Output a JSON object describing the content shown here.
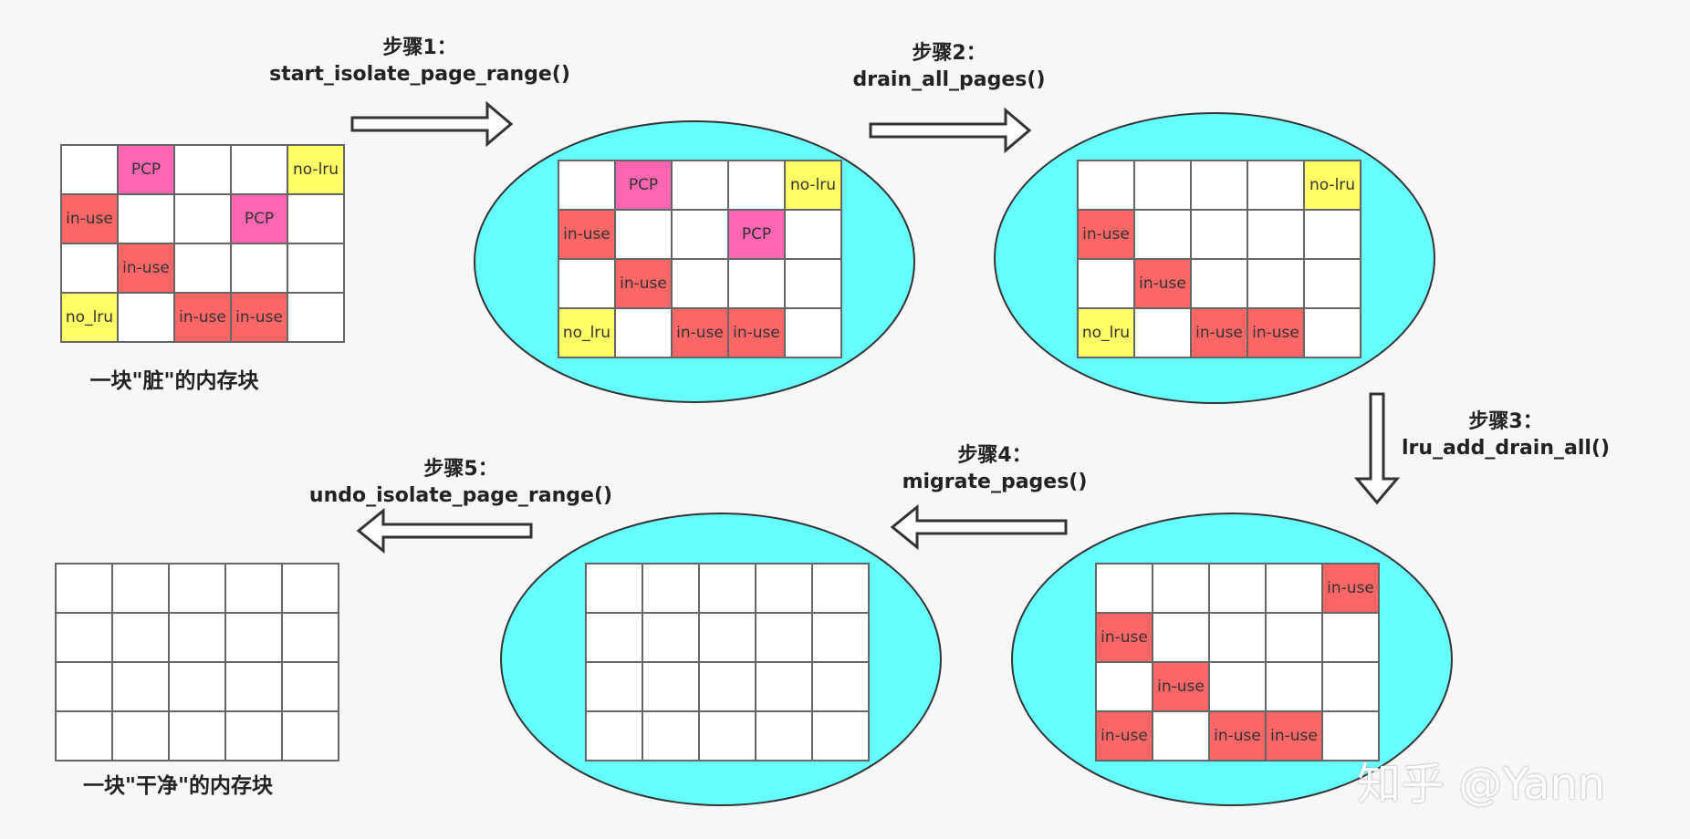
{
  "labels": {
    "PCP": "PCP",
    "in-use": "in-use",
    "no-lru": "no-lru",
    "no_lru": "no_lru"
  },
  "captions": {
    "dirty": "一块\"脏\"的内存块",
    "clean": "一块\"干净\"的内存块"
  },
  "steps": [
    {
      "title": "步骤1：",
      "func": "start_isolate_page_range()"
    },
    {
      "title": "步骤2：",
      "func": "drain_all_pages()"
    },
    {
      "title": "步骤3：",
      "func": "lru_add_drain_all()"
    },
    {
      "title": "步骤4：",
      "func": "migrate_pages()"
    },
    {
      "title": "步骤5：",
      "func": "undo_isolate_page_range()"
    }
  ],
  "grids": {
    "initial": [
      [
        "",
        "PCP",
        "",
        "",
        "no-lru"
      ],
      [
        "in-use",
        "",
        "",
        "PCP",
        ""
      ],
      [
        "",
        "in-use",
        "",
        "",
        ""
      ],
      [
        "no_lru",
        "",
        "in-use",
        "in-use",
        ""
      ]
    ],
    "after_step1": [
      [
        "",
        "PCP",
        "",
        "",
        "no-lru"
      ],
      [
        "in-use",
        "",
        "",
        "PCP",
        ""
      ],
      [
        "",
        "in-use",
        "",
        "",
        ""
      ],
      [
        "no_lru",
        "",
        "in-use",
        "in-use",
        ""
      ]
    ],
    "after_step2": [
      [
        "",
        "",
        "",
        "",
        "no-lru"
      ],
      [
        "in-use",
        "",
        "",
        "",
        ""
      ],
      [
        "",
        "in-use",
        "",
        "",
        ""
      ],
      [
        "no_lru",
        "",
        "in-use",
        "in-use",
        ""
      ]
    ],
    "after_step3": [
      [
        "",
        "",
        "",
        "",
        "in-use"
      ],
      [
        "in-use",
        "",
        "",
        "",
        ""
      ],
      [
        "",
        "in-use",
        "",
        "",
        ""
      ],
      [
        "in-use",
        "",
        "in-use",
        "in-use",
        ""
      ]
    ],
    "after_step4": [
      [
        "",
        "",
        "",
        "",
        ""
      ],
      [
        "",
        "",
        "",
        "",
        ""
      ],
      [
        "",
        "",
        "",
        "",
        ""
      ],
      [
        "",
        "",
        "",
        "",
        ""
      ]
    ],
    "final": [
      [
        "",
        "",
        "",
        "",
        ""
      ],
      [
        "",
        "",
        "",
        "",
        ""
      ],
      [
        "",
        "",
        "",
        "",
        ""
      ],
      [
        "",
        "",
        "",
        "",
        ""
      ]
    ]
  },
  "colors": {
    "PCP": "#ff66b2",
    "in-use": "#ff6666",
    "no-lru": "#ffff66",
    "no_lru": "#ffff66",
    "ellipse": "#66ffff",
    "cell": "#ffffff",
    "background": "#f7f7f7"
  },
  "watermark": "知乎 @Yann"
}
